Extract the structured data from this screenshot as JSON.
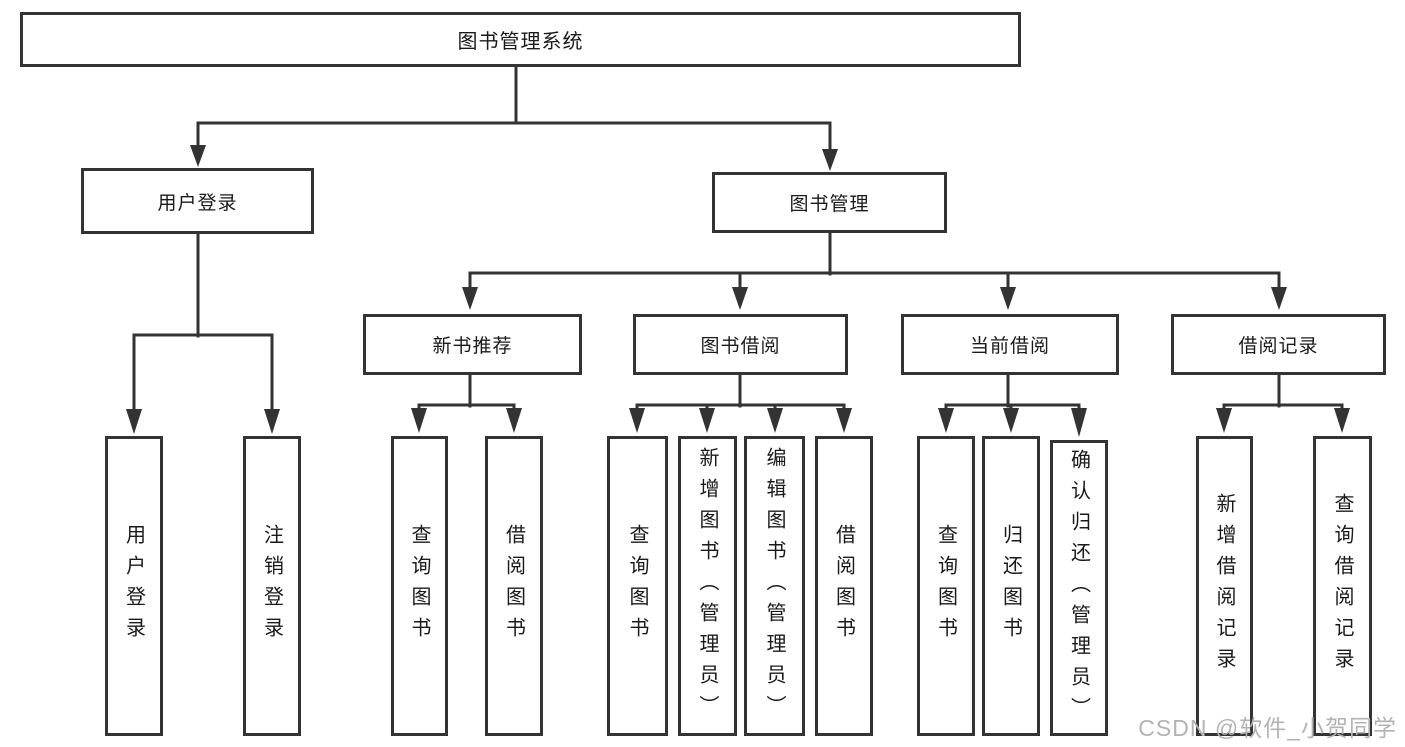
{
  "tree": {
    "label": "图书管理系统",
    "children": [
      {
        "label": "用户登录",
        "children": [
          {
            "label": "用户登录"
          },
          {
            "label": "注销登录"
          }
        ]
      },
      {
        "label": "图书管理",
        "children": [
          {
            "label": "新书推荐",
            "children": [
              {
                "label": "查询图书"
              },
              {
                "label": "借阅图书"
              }
            ]
          },
          {
            "label": "图书借阅",
            "children": [
              {
                "label": "查询图书"
              },
              {
                "label": "新增图书（管理员）"
              },
              {
                "label": "编辑图书（管理员）"
              },
              {
                "label": "借阅图书"
              }
            ]
          },
          {
            "label": "当前借阅",
            "children": [
              {
                "label": "查询图书"
              },
              {
                "label": "归还图书"
              },
              {
                "label": "确认归还（管理员）"
              }
            ]
          },
          {
            "label": "借阅记录",
            "children": [
              {
                "label": "新增借阅记录"
              },
              {
                "label": "查询借阅记录"
              }
            ]
          }
        ]
      }
    ]
  },
  "watermark": {
    "text": "CSDN @软件_小贺同学"
  },
  "colors": {
    "line": "#333333",
    "text": "#1a1a1a",
    "background": "#ffffff",
    "watermark": "#b3b3b3"
  }
}
